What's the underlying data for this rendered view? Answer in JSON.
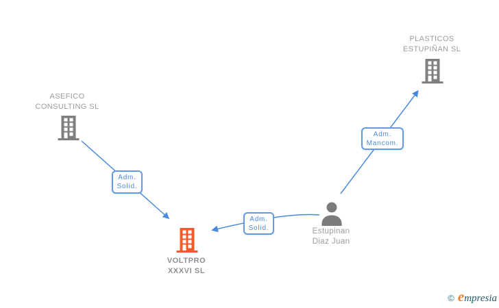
{
  "colors": {
    "edge_blue": "#4a89dc",
    "edge_label_border": "#6499e0",
    "edge_label_text": "#4a89dc",
    "company_icon_gray": "#7f7f7f",
    "highlight_icon_orange": "#f05b2b",
    "person_icon_gray": "#7b7b7b",
    "node_label_gray": "#9b9b9b",
    "brand_teal": "#1f5968",
    "brand_orange": "#f28020"
  },
  "icons": {
    "company": "building-icon",
    "person": "person-icon"
  },
  "nodes": {
    "asefico": {
      "line1": "ASEFICO",
      "line2": "CONSULTING SL"
    },
    "plasticos": {
      "line1": "PLASTICOS",
      "line2": "ESTUPIÑAN SL"
    },
    "voltpro": {
      "line1": "VOLTPRO",
      "line2": "XXXVI SL"
    },
    "estupinan": {
      "line1": "Estupinan",
      "line2": "Diaz Juan"
    }
  },
  "edges": {
    "asefico_voltpro": {
      "line1": "Adm.",
      "line2": "Solid."
    },
    "estupinan_voltpro": {
      "line1": "Adm.",
      "line2": "Solid."
    },
    "estupinan_plasticos": {
      "line1": "Adm.",
      "line2": "Mancom."
    }
  },
  "footer": {
    "copyright": "©",
    "brand_initial": "e",
    "brand_rest": "mpresia"
  }
}
